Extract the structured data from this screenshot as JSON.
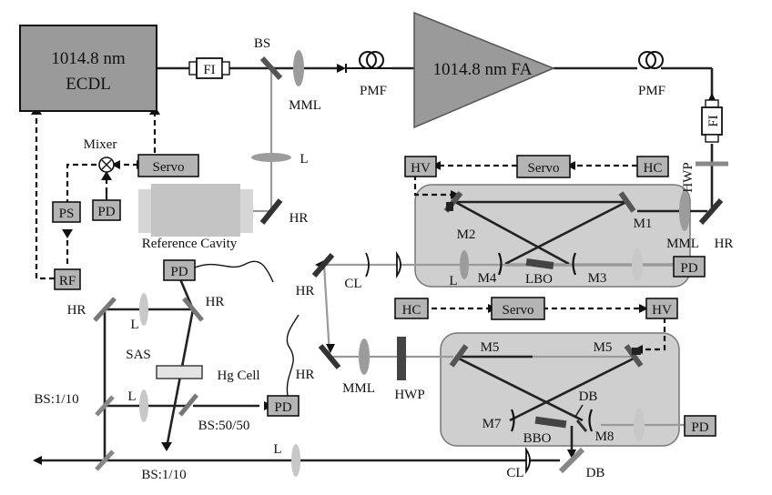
{
  "labels": {
    "ecdl_line1": "1014.8 nm",
    "ecdl_line2": "ECDL",
    "fi1": "FI",
    "bs_top": "BS",
    "mml_top": "MML",
    "pmf1": "PMF",
    "fa": "1014.8 nm FA",
    "pmf2": "PMF",
    "fi2": "FI",
    "mixer": "Mixer",
    "servo_left": "Servo",
    "l_ref": "L",
    "ps": "PS",
    "pd_ref": "PD",
    "hr_ref": "HR",
    "ref_cavity": "Reference Cavity",
    "rf": "RF",
    "hv_top": "HV",
    "servo_top": "Servo",
    "hc_top": "HC",
    "hwp_top": "HWP",
    "m2": "M2",
    "m1": "M1",
    "mml_right": "MML",
    "hr_right": "HR",
    "l_lbo": "L",
    "m4": "M4",
    "lbo": "LBO",
    "m3": "M3",
    "pd_lbo": "PD",
    "hr_mid": "HR",
    "cl_mid": "CL",
    "pd_sas": "PD",
    "hr_sas_left": "HR",
    "l_sas_top": "L",
    "hr_sas_right": "HR",
    "sas": "SAS",
    "hg_cell": "Hg Cell",
    "bs_1_10_a": "BS:1/10",
    "l_sas_bottom": "L",
    "bs_50_50": "BS:50/50",
    "pd_sas2": "PD",
    "hc_bottom": "HC",
    "servo_bottom": "Servo",
    "hv_bottom": "HV",
    "m5_left": "M5",
    "m5_right": "M5",
    "hr_low": "HR",
    "mml_low": "MML",
    "hwp_low": "HWP",
    "db_upper": "DB",
    "m7": "M7",
    "bbo": "BBO",
    "m8": "M8",
    "pd_bbo": "PD",
    "l_bottom": "L",
    "bs_1_10_b": "BS:1/10",
    "cl_bottom": "CL",
    "db_bottom": "DB"
  }
}
